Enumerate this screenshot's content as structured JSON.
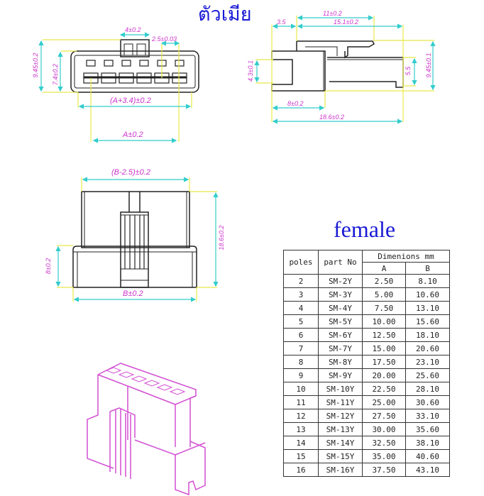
{
  "titles": {
    "thai": "ตัวเมีย",
    "english": "female"
  },
  "front_view": {
    "dims": {
      "latch_width": "4±0.2",
      "pitch": "2.5±0.03",
      "height_total": "9.45±0.2",
      "height_body": "7.4±0.2",
      "width_outer": "(A+3.4)±0.2",
      "width_a": "A±0.2"
    },
    "pin_count": 6
  },
  "side_view": {
    "dims": {
      "latch_len": "11±0.2",
      "front": "3.5",
      "body_len": "15.1±0.2",
      "entry_height": "4.3±0.1",
      "inner_height": "5.5",
      "height_total": "9.45±0.1",
      "front_len": "8±0.2",
      "total_len": "18.6±0.2"
    }
  },
  "top_view": {
    "dims": {
      "top_width": "(B-2.5)±0.2",
      "height_total": "18.6±0.2",
      "base_height": "8±0.2",
      "width_b": "B±0.2"
    }
  },
  "iso_view": {
    "label": "isometric connector view",
    "color": "#d24fd2"
  },
  "colors": {
    "title": "#1a1ad6",
    "dimension_text": "#cc33cc",
    "dimension_line": "#33cccc",
    "extension_line": "#e8e84a",
    "outline": "#222222"
  },
  "table": {
    "headers": {
      "poles": "poles",
      "part_no": "part No",
      "dimensions": "Dimenions mm",
      "a": "A",
      "b": "B"
    },
    "rows": [
      {
        "poles": "2",
        "part": "SM-2Y",
        "a": "2.50",
        "b": "8.10"
      },
      {
        "poles": "3",
        "part": "SM-3Y",
        "a": "5.00",
        "b": "10.60"
      },
      {
        "poles": "4",
        "part": "SM-4Y",
        "a": "7.50",
        "b": "13.10"
      },
      {
        "poles": "5",
        "part": "SM-5Y",
        "a": "10.00",
        "b": "15.60"
      },
      {
        "poles": "6",
        "part": "SM-6Y",
        "a": "12.50",
        "b": "18.10"
      },
      {
        "poles": "7",
        "part": "SM-7Y",
        "a": "15.00",
        "b": "20.60"
      },
      {
        "poles": "8",
        "part": "SM-8Y",
        "a": "17.50",
        "b": "23.10"
      },
      {
        "poles": "9",
        "part": "SM-9Y",
        "a": "20.00",
        "b": "25.60"
      },
      {
        "poles": "10",
        "part": "SM-10Y",
        "a": "22.50",
        "b": "28.10"
      },
      {
        "poles": "11",
        "part": "SM-11Y",
        "a": "25.00",
        "b": "30.60"
      },
      {
        "poles": "12",
        "part": "SM-12Y",
        "a": "27.50",
        "b": "33.10"
      },
      {
        "poles": "13",
        "part": "SM-13Y",
        "a": "30.00",
        "b": "35.60"
      },
      {
        "poles": "14",
        "part": "SM-14Y",
        "a": "32.50",
        "b": "38.10"
      },
      {
        "poles": "15",
        "part": "SM-15Y",
        "a": "35.00",
        "b": "40.60"
      },
      {
        "poles": "16",
        "part": "SM-16Y",
        "a": "37.50",
        "b": "43.10"
      }
    ]
  }
}
